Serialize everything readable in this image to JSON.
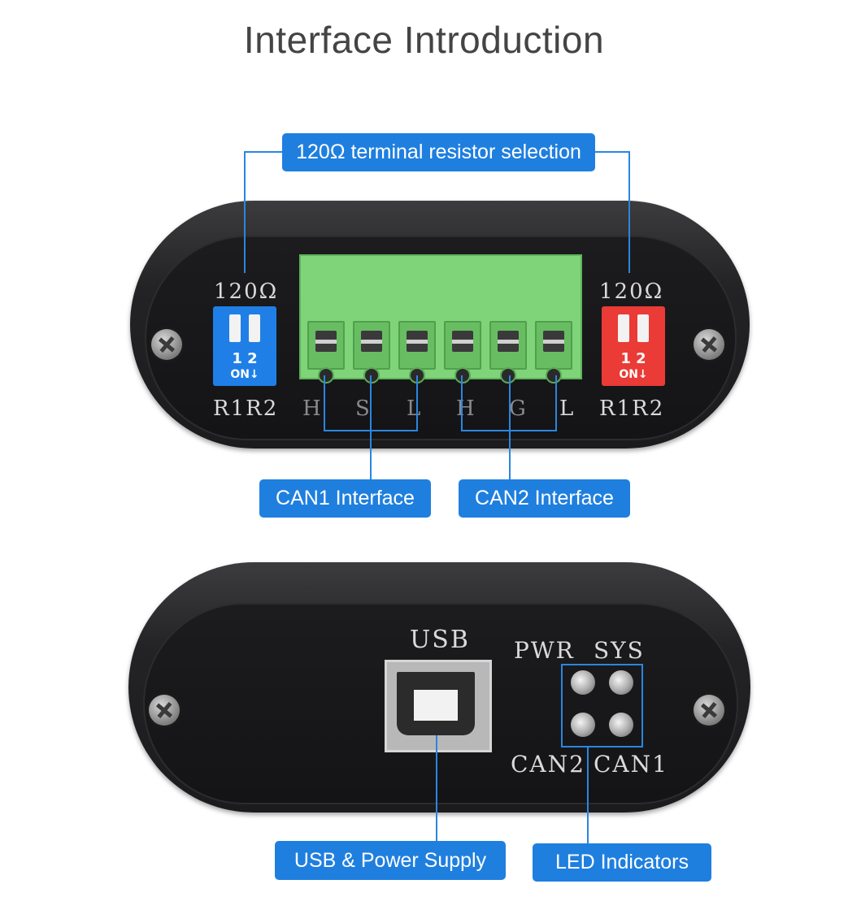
{
  "title": "Interface Introduction",
  "callouts": {
    "resistor": "120Ω terminal resistor selection",
    "can1": "CAN1 Interface",
    "can2": "CAN2 Interface",
    "usb": "USB & Power Supply",
    "led": "LED Indicators"
  },
  "front_panel": {
    "left_ohm": "120Ω",
    "right_ohm": "120Ω",
    "left_dip_numbers": "1 2",
    "left_dip_on": "ON↓",
    "right_dip_numbers": "1 2",
    "right_dip_on": "ON↓",
    "left_label": "R1R2",
    "right_label": "R1R2",
    "pins": [
      "H",
      "S",
      "L",
      "H",
      "G",
      "L"
    ],
    "left_dip_color": "#1f7fe6",
    "right_dip_color": "#ea3b36",
    "terminal_color": "#7fd47a"
  },
  "back_panel": {
    "usb_label": "USB",
    "led_labels": {
      "pwr": "PWR",
      "sys": "SYS",
      "can2": "CAN2",
      "can1": "CAN1"
    }
  },
  "colors": {
    "accent": "#1f7fdf"
  }
}
